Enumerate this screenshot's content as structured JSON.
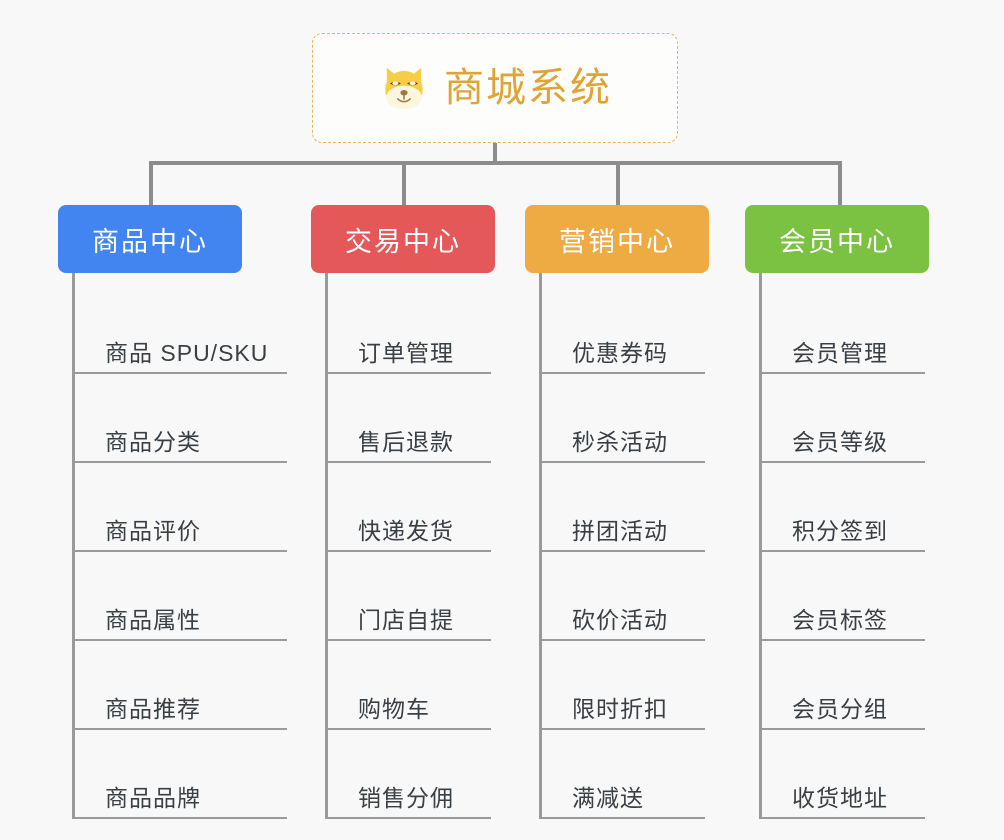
{
  "page": {
    "background_color": "#f8f8f8",
    "line_color": "#9a9a9a"
  },
  "root": {
    "icon": "shiba-dog-face-icon",
    "title": "商城系统",
    "title_color": "#e0a336",
    "border_color": "#e8b455",
    "border_style": "dashed"
  },
  "categories": [
    {
      "label": "商品中心",
      "color": "#4285f0",
      "items": [
        {
          "label": "商品 SPU/SKU"
        },
        {
          "label": "商品分类"
        },
        {
          "label": "商品评价"
        },
        {
          "label": "商品属性"
        },
        {
          "label": "商品推荐"
        },
        {
          "label": "商品品牌"
        }
      ]
    },
    {
      "label": "交易中心",
      "color": "#e5585a",
      "items": [
        {
          "label": "订单管理"
        },
        {
          "label": "售后退款"
        },
        {
          "label": "快递发货"
        },
        {
          "label": "门店自提"
        },
        {
          "label": "购物车"
        },
        {
          "label": "销售分佣"
        }
      ]
    },
    {
      "label": "营销中心",
      "color": "#eeab43",
      "items": [
        {
          "label": "优惠券码"
        },
        {
          "label": "秒杀活动"
        },
        {
          "label": "拼团活动"
        },
        {
          "label": "砍价活动"
        },
        {
          "label": "限时折扣"
        },
        {
          "label": "满减送"
        }
      ]
    },
    {
      "label": "会员中心",
      "color": "#7bc142",
      "items": [
        {
          "label": "会员管理"
        },
        {
          "label": "会员等级"
        },
        {
          "label": "积分签到"
        },
        {
          "label": "会员标签"
        },
        {
          "label": "会员分组"
        },
        {
          "label": "收货地址"
        }
      ]
    }
  ]
}
